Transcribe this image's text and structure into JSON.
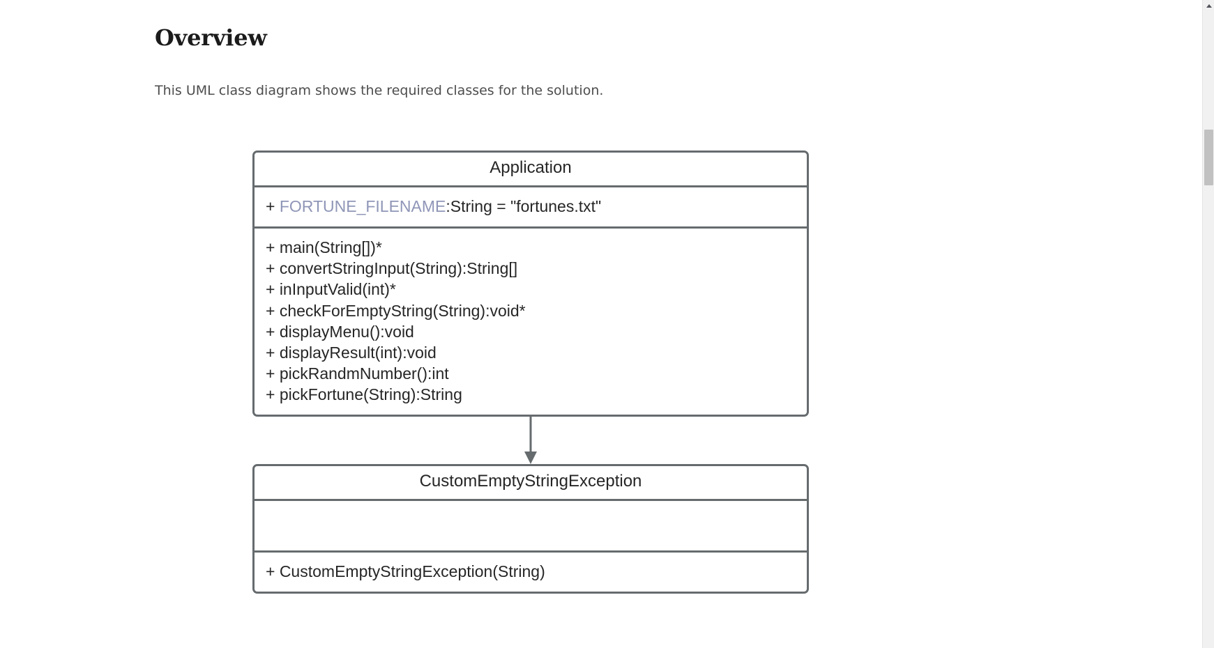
{
  "page": {
    "title": "Overview",
    "description": "This UML class diagram shows the required classes for the solution."
  },
  "colors": {
    "border": "#666b6e",
    "text": "#262626",
    "static_member": "#8f96b7",
    "heading": "#1b1b1b",
    "body_text": "#4d4d4d",
    "scrollbar_track": "#f1f1f1",
    "scrollbar_thumb": "#c1c1c1"
  },
  "diagram": {
    "type": "uml-class-diagram",
    "classes": [
      {
        "name": "Application",
        "attributes": [
          {
            "visibility": "+",
            "name": "FORTUNE_FILENAME",
            "type": "String",
            "default": "\"fortunes.txt\"",
            "static": true,
            "text_prefix": "+ ",
            "text_name": "FORTUNE_FILENAME",
            "text_suffix": ":String = \"fortunes.txt\""
          }
        ],
        "methods": [
          "+ main(String[])*",
          "+ convertStringInput(String):String[]",
          "+ inInputValid(int)*",
          "+ checkForEmptyString(String):void*",
          "+ displayMenu():void",
          "+ displayResult(int):void",
          "+ pickRandmNumber():int",
          "+ pickFortune(String):String"
        ]
      },
      {
        "name": "CustomEmptyStringException",
        "attributes": [],
        "methods": [
          "+ CustomEmptyStringException(String)"
        ]
      }
    ],
    "relationships": [
      {
        "from": "Application",
        "to": "CustomEmptyStringException",
        "style": "solid",
        "arrowhead": "filled-triangle"
      }
    ]
  },
  "scrollbar": {
    "up_arrow": "scroll-up-arrow",
    "position_percent": 20
  }
}
